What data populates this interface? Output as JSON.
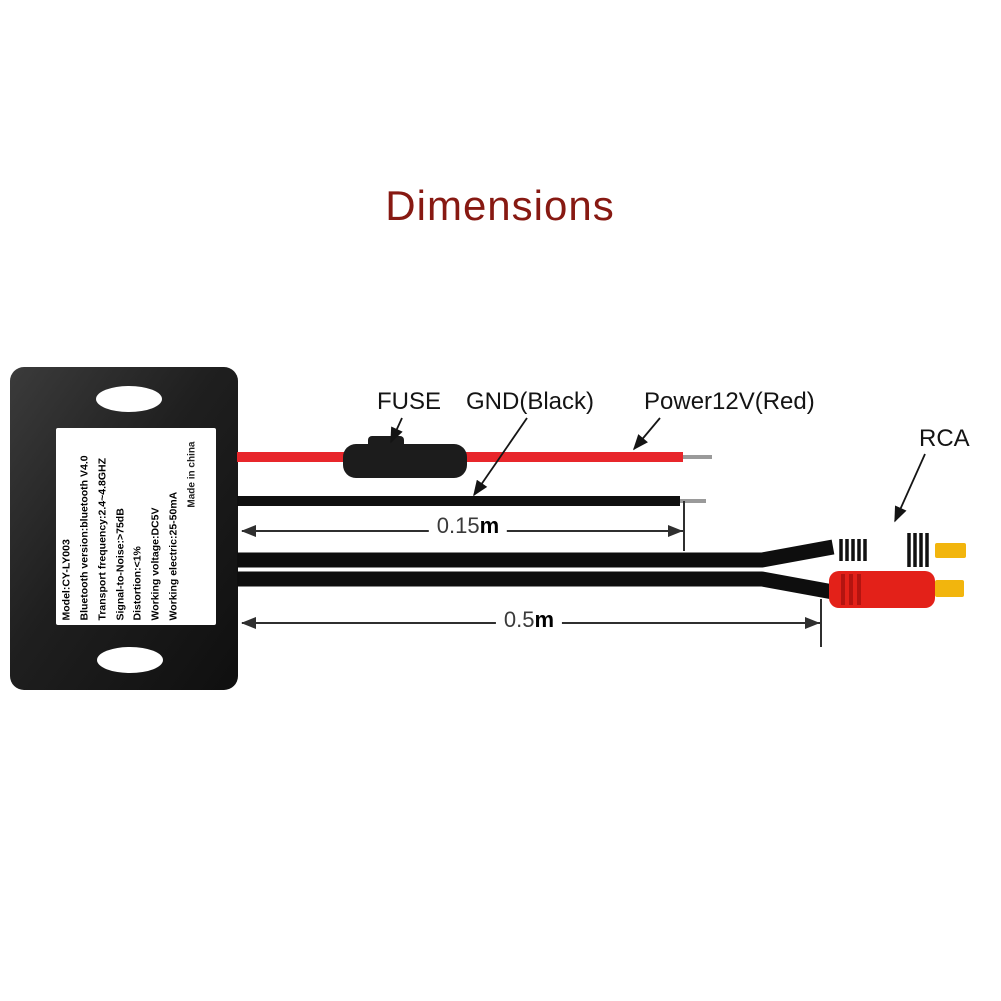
{
  "title": {
    "text": "Dimensions"
  },
  "device": {
    "label_lines": [
      "Model:CY-LY003",
      "Bluetooth version:bluetooth V4.0",
      "Transport frequency:2.4~4.8GHZ",
      "Signal-to-Noise:>75dB",
      "Distortion:<1%",
      "Working voltage:DC5V",
      "Working electric:25-50mA"
    ],
    "made_in": "Made in china"
  },
  "callouts": {
    "fuse": "FUSE",
    "gnd": "GND(Black)",
    "power": "Power12V(Red)",
    "rca": "RCA"
  },
  "dimensions": {
    "short_value": "0.15",
    "long_value": "0.5",
    "unit": "m"
  },
  "colors": {
    "title": "#871912",
    "wire_red": "#e8262b",
    "wire_black": "#101010",
    "rca_body_red": "#e32119",
    "tip_gold": "#f2b50d",
    "bare_wire_gray": "#9a9a9a"
  }
}
